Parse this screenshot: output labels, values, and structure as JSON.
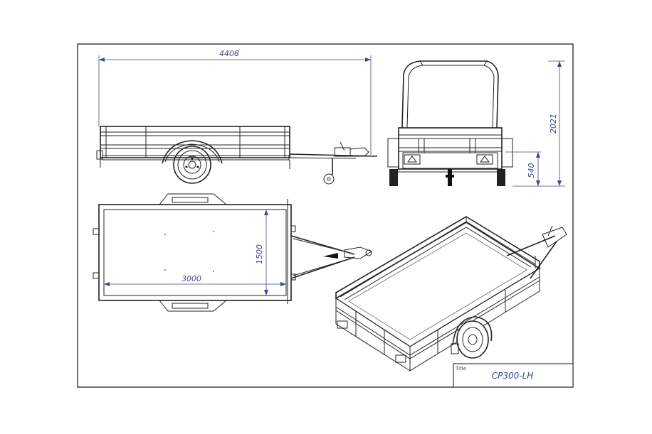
{
  "dimensions": {
    "overall_length": "4408",
    "overall_height": "2021",
    "platform_height": "540",
    "bed_width": "1500",
    "bed_length": "3000"
  },
  "title_block": {
    "label": "Title",
    "value": "CP300-LH"
  },
  "colors": {
    "dimension": "#3a4a8c",
    "lines": "#222222",
    "background": "#ffffff"
  }
}
